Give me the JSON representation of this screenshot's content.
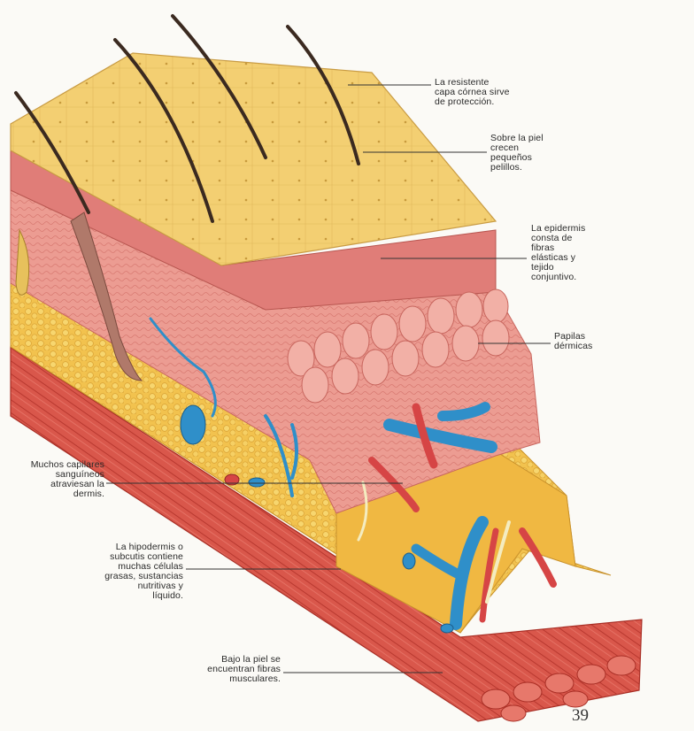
{
  "labels": {
    "corneal_layer": "La resistente\ncapa córnea sirve\nde protección.",
    "hairs": "Sobre la piel\ncrecen\npequeños\npelillos.",
    "epidermis": "La epidermis\nconsta de\nfibras\nelásticas y\ntejido\nconjuntivo.",
    "papillae": "Papilas\ndérmicas",
    "capillaries": "Muchos capilares\nsanguíneos\natraviesan la\ndermis.",
    "hypodermis": "La hipodermis o\nsubcutis contiene\nmuchas células\ngrasas, sustancias\nnutritivas y\nlíquido.",
    "muscle": "Bajo la piel se\nencuentran fibras\nmusculares."
  },
  "page_number": "39",
  "colors": {
    "skin_surface": "#f3cf72",
    "epidermis": "#e58a86",
    "dermis": "#efa6a0",
    "fat": "#f2c24e",
    "muscle": "#d9534a",
    "vein": "#2f8fc9",
    "artery": "#d64545",
    "nerve": "#f4ecc0",
    "hair": "#3b2a20"
  }
}
